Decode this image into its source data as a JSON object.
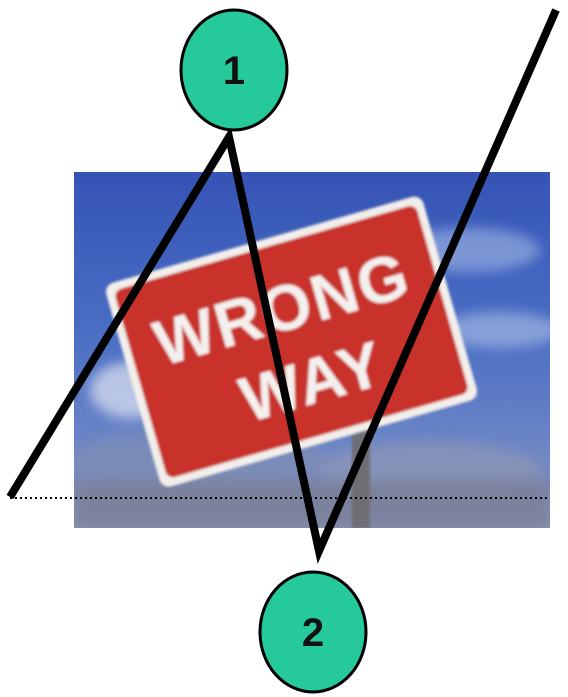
{
  "sign": {
    "line1": "WRONG",
    "line2": "WAY"
  },
  "markers": [
    {
      "id": "marker-1",
      "label": "1"
    },
    {
      "id": "marker-2",
      "label": "2"
    }
  ],
  "colors": {
    "marker_fill": "#26c99a",
    "sign_red": "#c8302c",
    "sky_blue": "#3a5db8",
    "path_stroke": "#000000"
  }
}
